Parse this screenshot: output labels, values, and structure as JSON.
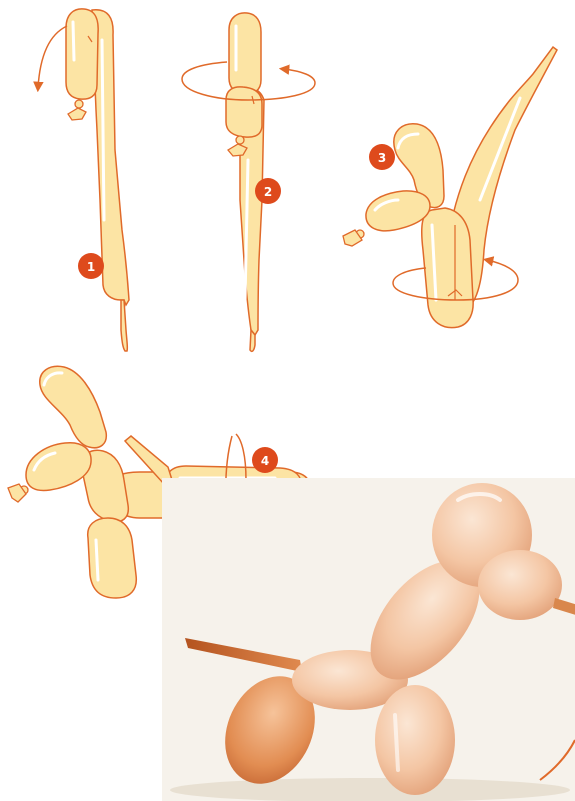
{
  "colors": {
    "balloon_fill": "#fce4a4",
    "balloon_stroke": "#e06a2a",
    "balloon_highlight": "#ffffff",
    "arrow": "#e06a2a",
    "badge": "#de4a1c",
    "badge_text": "#ffffff",
    "photo_bg": "#f3eee5",
    "photo_balloon": "#f4c6a4",
    "photo_balloon_dark": "#e49c6a",
    "photo_tail": "#c86430"
  },
  "steps": [
    {
      "label": "1",
      "icon": "straight-balloon-with-fold-icon"
    },
    {
      "label": "2",
      "icon": "balloon-twist-rotate-icon"
    },
    {
      "label": "3",
      "icon": "balloon-head-and-neck-icon"
    },
    {
      "label": "4",
      "icon": "balloon-body-and-legs-icon"
    }
  ],
  "photo": {
    "subject": "finished-balloon-dog-photo"
  }
}
